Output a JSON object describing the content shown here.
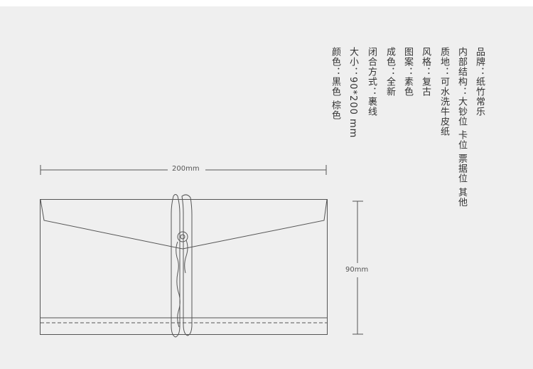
{
  "specs": [
    "品牌：纸竹常乐",
    "内部结构：大钞位 卡位 票据位 其他",
    "质地：可水洗牛皮纸",
    "风格：复古",
    "图案：素色",
    "成色：全新",
    "闭合方式：裹线",
    "大小：90*200 mm",
    "颜色：黑色 棕色"
  ],
  "dimensions": {
    "width_label": "200mm",
    "height_label": "90mm"
  },
  "colors": {
    "background": "#efefef",
    "line": "#555555",
    "text": "#333333"
  }
}
